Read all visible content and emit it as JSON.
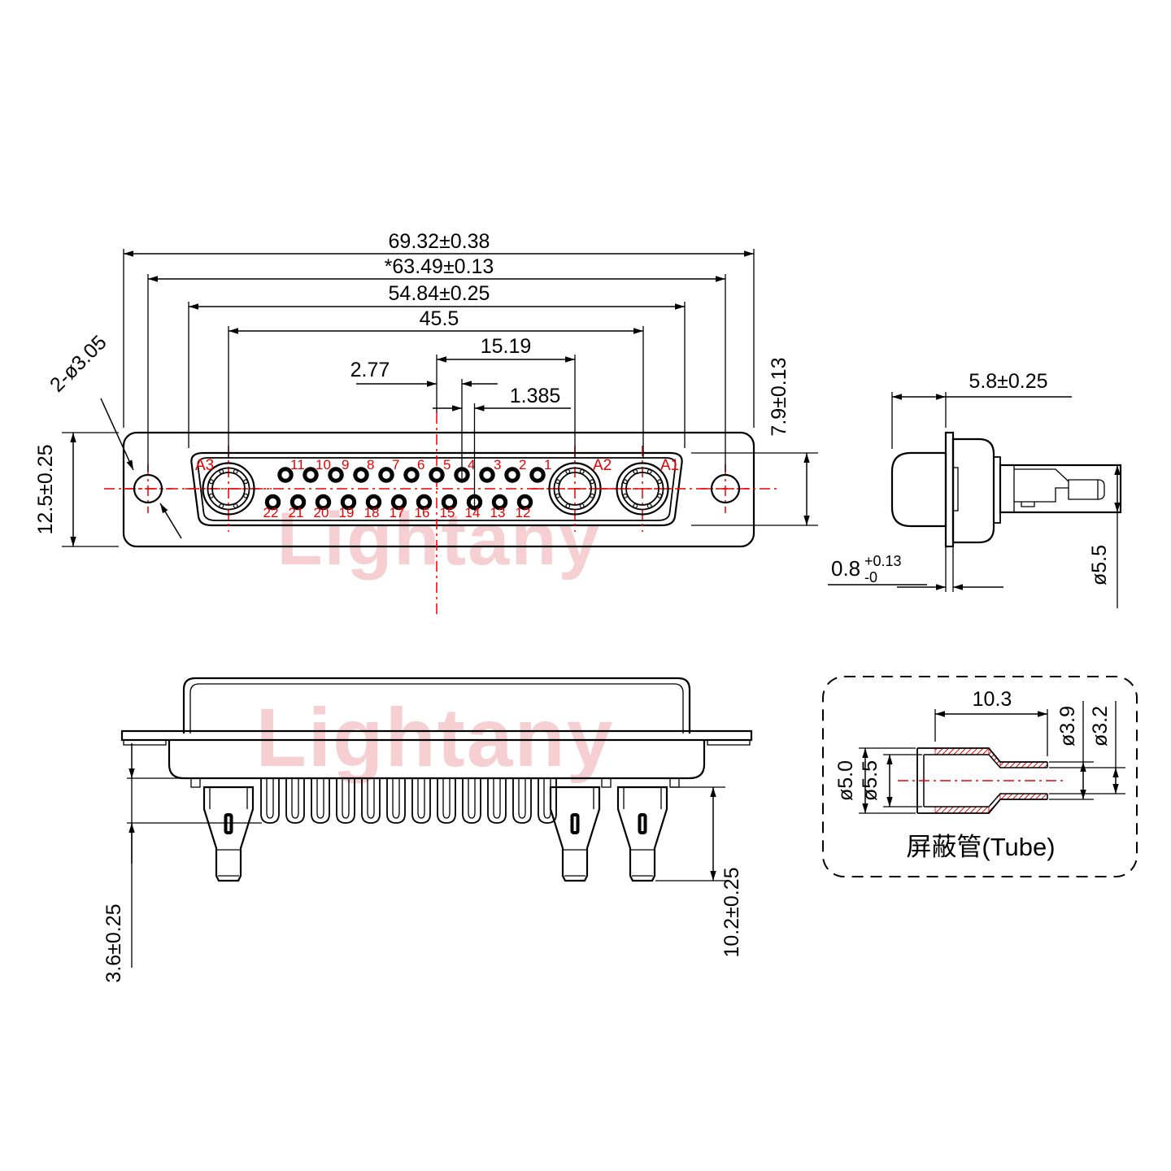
{
  "watermarks": {
    "front": "Lightany",
    "rear": "Lightany"
  },
  "colors": {
    "line": "#000000",
    "accent": "#e80000",
    "watermark": "#f6cace"
  },
  "front_view": {
    "dims": {
      "overall_width": "69.32±0.38",
      "mount_hole_span": "*63.49±0.13",
      "insert_width": "54.84±0.25",
      "coax_span": "45.5",
      "coax_to_center": "15.19",
      "pin_pitch": "2.77",
      "row_offset": "1.385",
      "body_height": "12.5±0.25",
      "mount_holes": "2-ø3.05",
      "insert_height": "7.9±0.13"
    },
    "coax_labels": {
      "a3": "A3",
      "a2": "A2",
      "a1": "A1"
    },
    "top_pins": [
      "11",
      "10",
      "9",
      "8",
      "7",
      "6",
      "5",
      "4",
      "3",
      "2",
      "1"
    ],
    "bottom_pins": [
      "22",
      "21",
      "20",
      "19",
      "18",
      "17",
      "16",
      "15",
      "14",
      "13",
      "12"
    ]
  },
  "side_view": {
    "dims": {
      "mating_depth": "5.8±0.25",
      "flange_thickness": "0.8",
      "flange_thickness_plus": "+0.13",
      "flange_thickness_minus": "-0",
      "tail_diameter": "ø5.5"
    }
  },
  "rear_view": {
    "dims": {
      "insulator_standoff": "3.6±0.25",
      "tail_length": "10.2±0.25"
    }
  },
  "tube_detail": {
    "label": "屏蔽管(Tube)",
    "dims": {
      "shrink_length": "10.3",
      "tube_od": "ø3.9",
      "tube_id": "ø3.2",
      "mouth_od": "ø5.0",
      "mouth_id": "ø5.5"
    }
  }
}
